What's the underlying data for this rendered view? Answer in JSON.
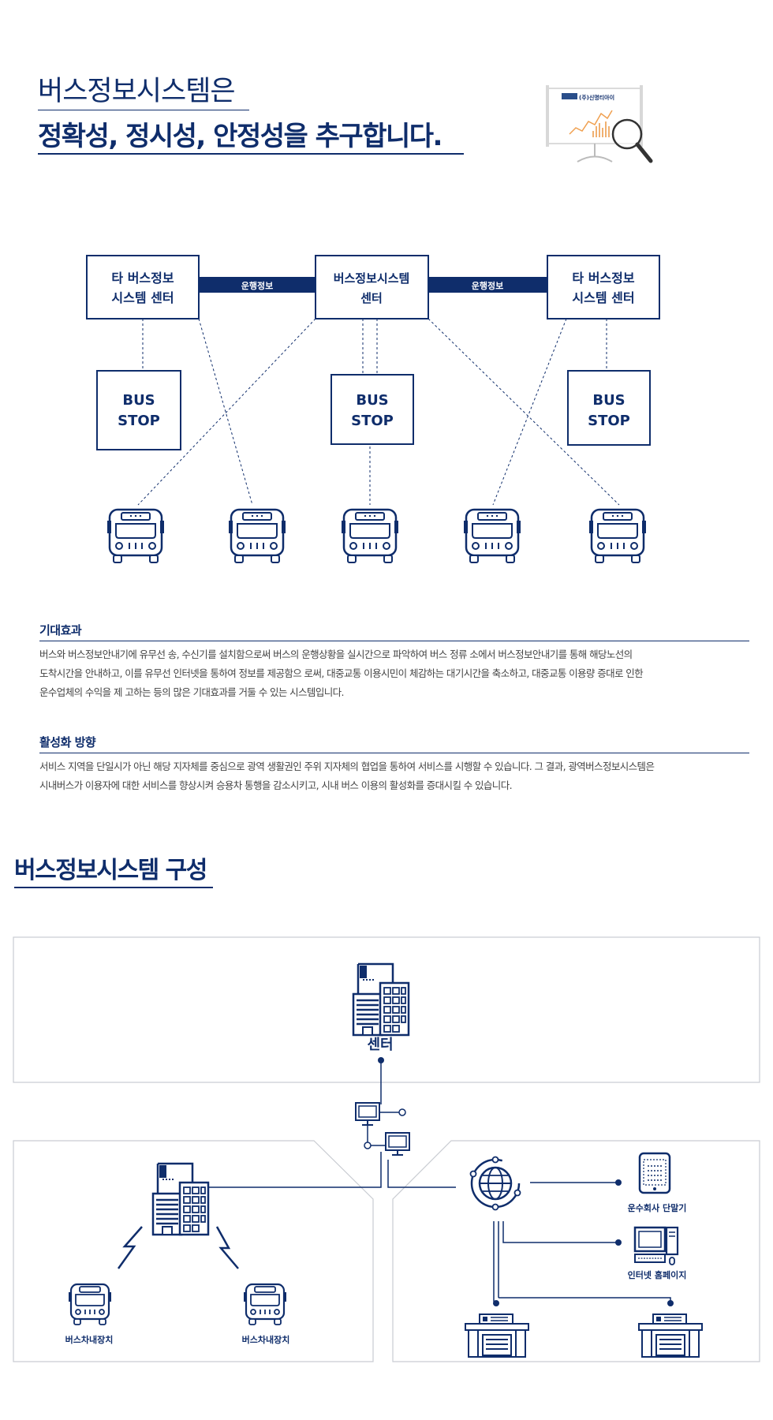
{
  "header": {
    "line1": "버스정보시스템은",
    "line2": "정확성, 정시성, 안정성을 추구합니다.",
    "monitor_logo": "(주)신명티아이"
  },
  "diagram": {
    "other_center": "타 버스정보",
    "other_center_2": "시스템 센터",
    "main_center": "버스정보시스템",
    "main_center_2": "센터",
    "link_label": "운행정보",
    "bus_stop_1": "BUS",
    "bus_stop_2": "STOP"
  },
  "effects": {
    "title": "기대효과",
    "lines": [
      "버스와 버스정보안내기에 유무선 송, 수신기를 설치함으로써 버스의 운행상황을 실시간으로 파악하여 버스 정류 소에서 버스정보안내기를 통해  해당노선의",
      "도착시간을 안내하고, 이를 유무선 인터넷을 통하여 정보를 제공함으 로써, 대중교통 이용시민이 체감하는 대기시간을 축소하고,  대중교통 이용량 증대로 인한",
      "운수업체의 수익을 제 고하는 등의 많은 기대효과를 거둘 수 있는 시스템입니다."
    ]
  },
  "activation": {
    "title": "활성화 방향",
    "lines": [
      "서비스 지역을 단일시가 아닌  해당 지자체를 중심으로 광역 생활권인 주위 지자체의 협업을 통하여 서비스를 시행할 수 있습니다.  그 결과, 광역버스정보시스템은",
      "시내버스가  이용자에 대한 서비스를 향상시켜 승용차 통행을 감소시키고, 시내 버스 이용의 활성화를  증대시킬 수 있습니다."
    ]
  },
  "composition": {
    "title": "버스정보시스템 구성",
    "center_label": "센터",
    "bus_device": "버스차내장치",
    "terminal": "운수회사 단말기",
    "homepage": "인터넷 홈페이지"
  },
  "colors": {
    "navy": "#0f2d6b",
    "panel_border": "#c9ccd2",
    "chart_orange": "#f0a050"
  }
}
